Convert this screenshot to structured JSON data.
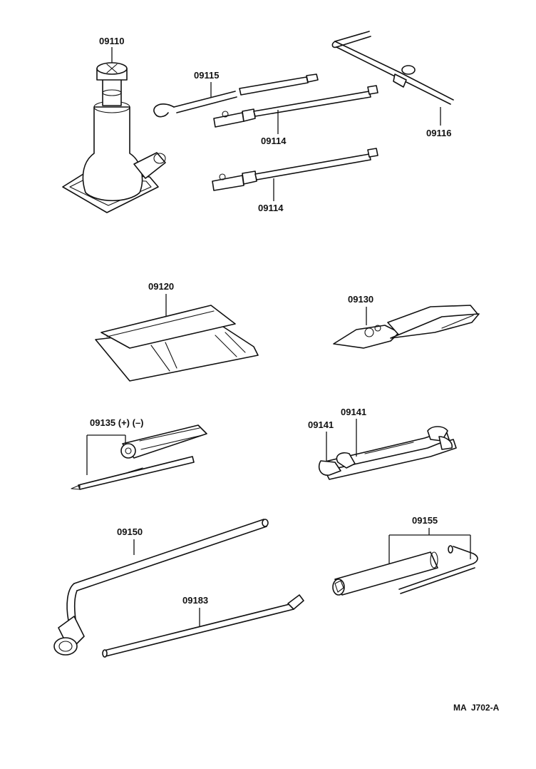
{
  "parts": {
    "jack": "09110",
    "jack_handle": "09115",
    "jack_handle_extension_1": "09114",
    "jack_handle_extension_2": "09114",
    "crank": "09116",
    "tool_bag": "09120",
    "pliers": "09130",
    "screwdriver": "09135 (+) (–)",
    "wrench_small": "09141",
    "wrench_large": "09141",
    "wheel_wrench": "09150",
    "socket_wrench_set": "09155",
    "pry_bar": "09183"
  },
  "diagram_code": "MA  J702-A"
}
